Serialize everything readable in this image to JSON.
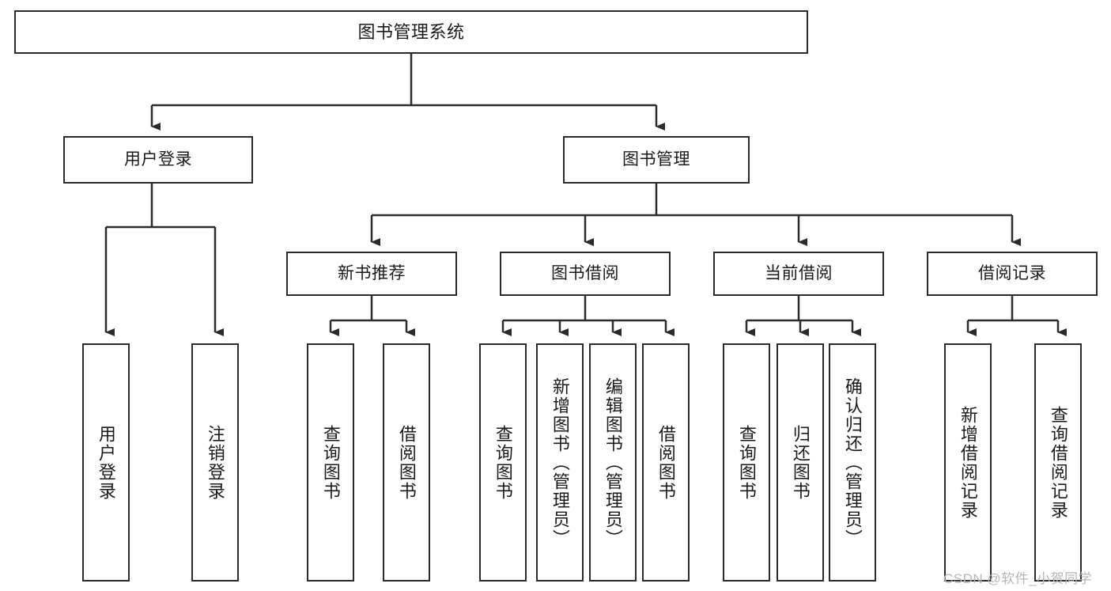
{
  "diagram": {
    "title": "图书管理系统",
    "type": "hierarchy-tree",
    "orientation": "top-down",
    "colors": {
      "box_border": "#2b2b2b",
      "box_fill": "#ffffff",
      "edge": "#2b2b2b",
      "background": "#ffffff",
      "watermark": "#b6b6b6"
    }
  },
  "nodes": {
    "root": {
      "label": "图书管理系统",
      "level": 0
    },
    "level1": [
      {
        "id": "user-login",
        "label": "用户登录"
      },
      {
        "id": "book-manage",
        "label": "图书管理"
      }
    ],
    "level2": [
      {
        "id": "new-book-recommend",
        "label": "新书推荐",
        "parent": "book-manage"
      },
      {
        "id": "book-borrow",
        "label": "图书借阅",
        "parent": "book-manage"
      },
      {
        "id": "current-borrow",
        "label": "当前借阅",
        "parent": "book-manage"
      },
      {
        "id": "borrow-record",
        "label": "借阅记录",
        "parent": "book-manage"
      }
    ],
    "leaves": [
      {
        "id": "leaf-user-login",
        "label": "用户登录",
        "parent": "user-login"
      },
      {
        "id": "leaf-user-logout",
        "label": "注销登录",
        "parent": "user-login"
      },
      {
        "id": "leaf-query-book-1",
        "label": "查询图书",
        "parent": "new-book-recommend"
      },
      {
        "id": "leaf-borrow-book-1",
        "label": "借阅图书",
        "parent": "new-book-recommend"
      },
      {
        "id": "leaf-query-book-2",
        "label": "查询图书",
        "parent": "book-borrow"
      },
      {
        "id": "leaf-add-book",
        "label": "新增图书（管理员）",
        "parent": "book-borrow"
      },
      {
        "id": "leaf-edit-book",
        "label": "编辑图书（管理员）",
        "parent": "book-borrow"
      },
      {
        "id": "leaf-borrow-book-2",
        "label": "借阅图书",
        "parent": "book-borrow"
      },
      {
        "id": "leaf-query-book-3",
        "label": "查询图书",
        "parent": "current-borrow"
      },
      {
        "id": "leaf-return-book",
        "label": "归还图书",
        "parent": "current-borrow"
      },
      {
        "id": "leaf-confirm-return",
        "label": "确认归还（管理员）",
        "parent": "current-borrow"
      },
      {
        "id": "leaf-add-record",
        "label": "新增借阅记录",
        "parent": "borrow-record"
      },
      {
        "id": "leaf-query-record",
        "label": "查询借阅记录",
        "parent": "borrow-record"
      }
    ]
  },
  "watermark": {
    "text": "CSDN @软件_小贺同学"
  }
}
